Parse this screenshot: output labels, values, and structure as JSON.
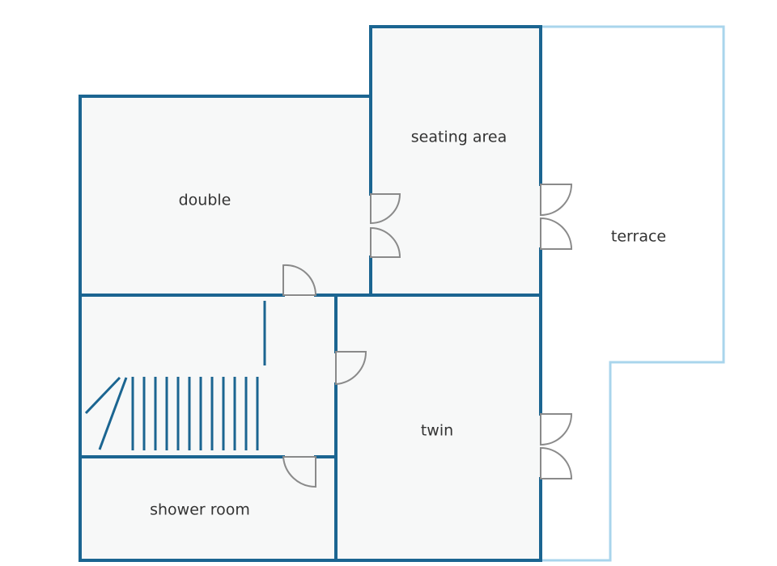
{
  "floor_plan": {
    "rooms": {
      "double": "double",
      "seating_area": "seating area",
      "terrace": "terrace",
      "twin": "twin",
      "shower_room": "shower room"
    }
  },
  "colors": {
    "wall": "#1b6591",
    "terrace_outline": "#a9d5ec",
    "room_fill": "#f7f8f8",
    "door": "#8a8a8a",
    "label": "#333333"
  }
}
